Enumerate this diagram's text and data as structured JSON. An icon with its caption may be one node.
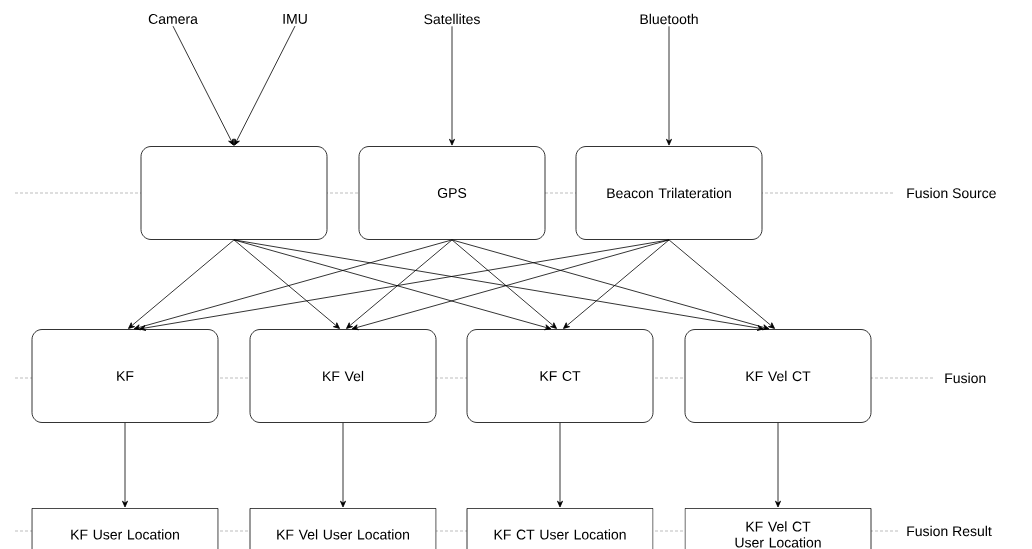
{
  "diagram": {
    "nodes": [
      {
        "text": [
          "Camera"
        ]
      },
      {
        "text": [
          "IMU"
        ]
      },
      {
        "text": [
          "Satellites"
        ]
      },
      {
        "text": [
          "Bluetooth"
        ]
      },
      {
        "text": [],
        "shape": "box"
      },
      {
        "text": [
          "GPS"
        ]
      },
      {
        "text": [
          "Beacon Trilateration"
        ]
      },
      {
        "text": [
          "KF"
        ]
      },
      {
        "text": [
          "KF Vel"
        ]
      },
      {
        "text": [
          "KF CT"
        ]
      },
      {
        "text": [
          "KF Vel CT"
        ]
      },
      {
        "text": [
          "KF User Location"
        ]
      },
      {
        "text": [
          "KF Vel User Location"
        ]
      },
      {
        "text": [
          "KF CT User Location"
        ]
      },
      {
        "text": [
          "KF Vel CT User Location"
        ]
      }
    ],
    "edges": [
      {
        "from": 0,
        "to": 4,
        "arrow": "to"
      },
      {
        "from": 1,
        "to": 4,
        "arrow": "to"
      },
      {
        "from": 2,
        "to": 5,
        "arrow": "to"
      },
      {
        "from": 3,
        "to": 6,
        "arrow": "to"
      },
      {
        "from": 4,
        "to": 7,
        "arrow": "to"
      },
      {
        "from": 4,
        "to": 8,
        "arrow": "to"
      },
      {
        "from": 4,
        "to": 9,
        "arrow": "to"
      },
      {
        "from": 4,
        "to": 10,
        "arrow": "to"
      },
      {
        "from": 5,
        "to": 7,
        "arrow": "to"
      },
      {
        "from": 5,
        "to": 8,
        "arrow": "to"
      },
      {
        "from": 5,
        "to": 9,
        "arrow": "to"
      },
      {
        "from": 5,
        "to": 10,
        "arrow": "to"
      },
      {
        "from": 6,
        "to": 7,
        "arrow": "to"
      },
      {
        "from": 6,
        "to": 8,
        "arrow": "to"
      },
      {
        "from": 6,
        "to": 9,
        "arrow": "to"
      },
      {
        "from": 6,
        "to": 10,
        "arrow": "to"
      },
      {
        "from": 7,
        "to": 11,
        "arrow": "to"
      },
      {
        "from": 8,
        "to": 12,
        "arrow": "to"
      },
      {
        "from": 9,
        "to": 13,
        "arrow": "to"
      },
      {
        "from": 10,
        "to": 14,
        "arrow": "to"
      }
    ],
    "labels": [
      "Fusion Source",
      "Fusion",
      "Fusion Result"
    ]
  }
}
